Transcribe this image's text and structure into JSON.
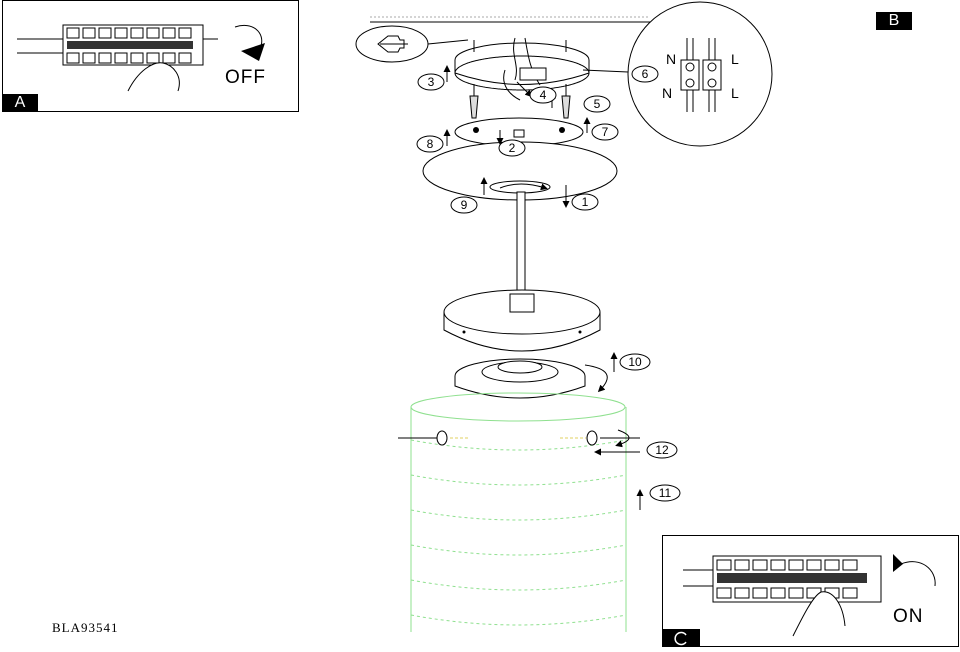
{
  "panels": {
    "a": {
      "tag": "A",
      "switch_label": "OFF"
    },
    "b": {
      "tag": "B"
    },
    "c": {
      "tag": "C",
      "switch_label": "ON"
    }
  },
  "wiring": {
    "terminal_labels": [
      "N",
      "L",
      "N",
      "L"
    ]
  },
  "steps": [
    "1",
    "2",
    "3",
    "4",
    "5",
    "6",
    "7",
    "8",
    "9",
    "10",
    "11",
    "12"
  ],
  "product_code": "BLA93541",
  "colors": {
    "shade_outline": "#8fe08f",
    "tag_bg": "#000000",
    "line": "#000000"
  }
}
